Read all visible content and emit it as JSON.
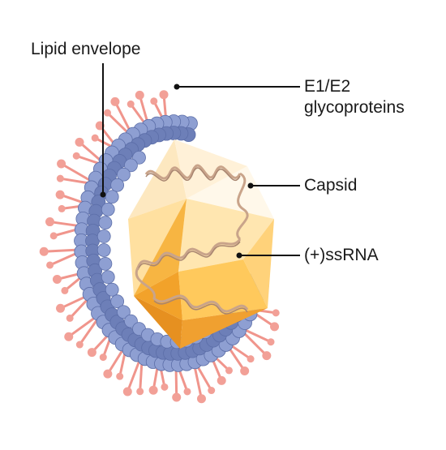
{
  "labels": {
    "lipid_envelope": "Lipid envelope",
    "glycoproteins_line1": "E1/E2",
    "glycoproteins_line2": "glycoproteins",
    "capsid": "Capsid",
    "rna": "(+)ssRNA"
  },
  "colors": {
    "spike": "#f0958c",
    "spike_head": "#f2a097",
    "lipid": "#8e9fd2",
    "lipid_dark": "#6d7fb8",
    "capsid_light": "#fff4df",
    "capsid_mid": "#ffd98a",
    "capsid_orange": "#f5a528",
    "capsid_dark": "#e08a1c",
    "rna": "#c9a48a",
    "leader": "#111111"
  }
}
